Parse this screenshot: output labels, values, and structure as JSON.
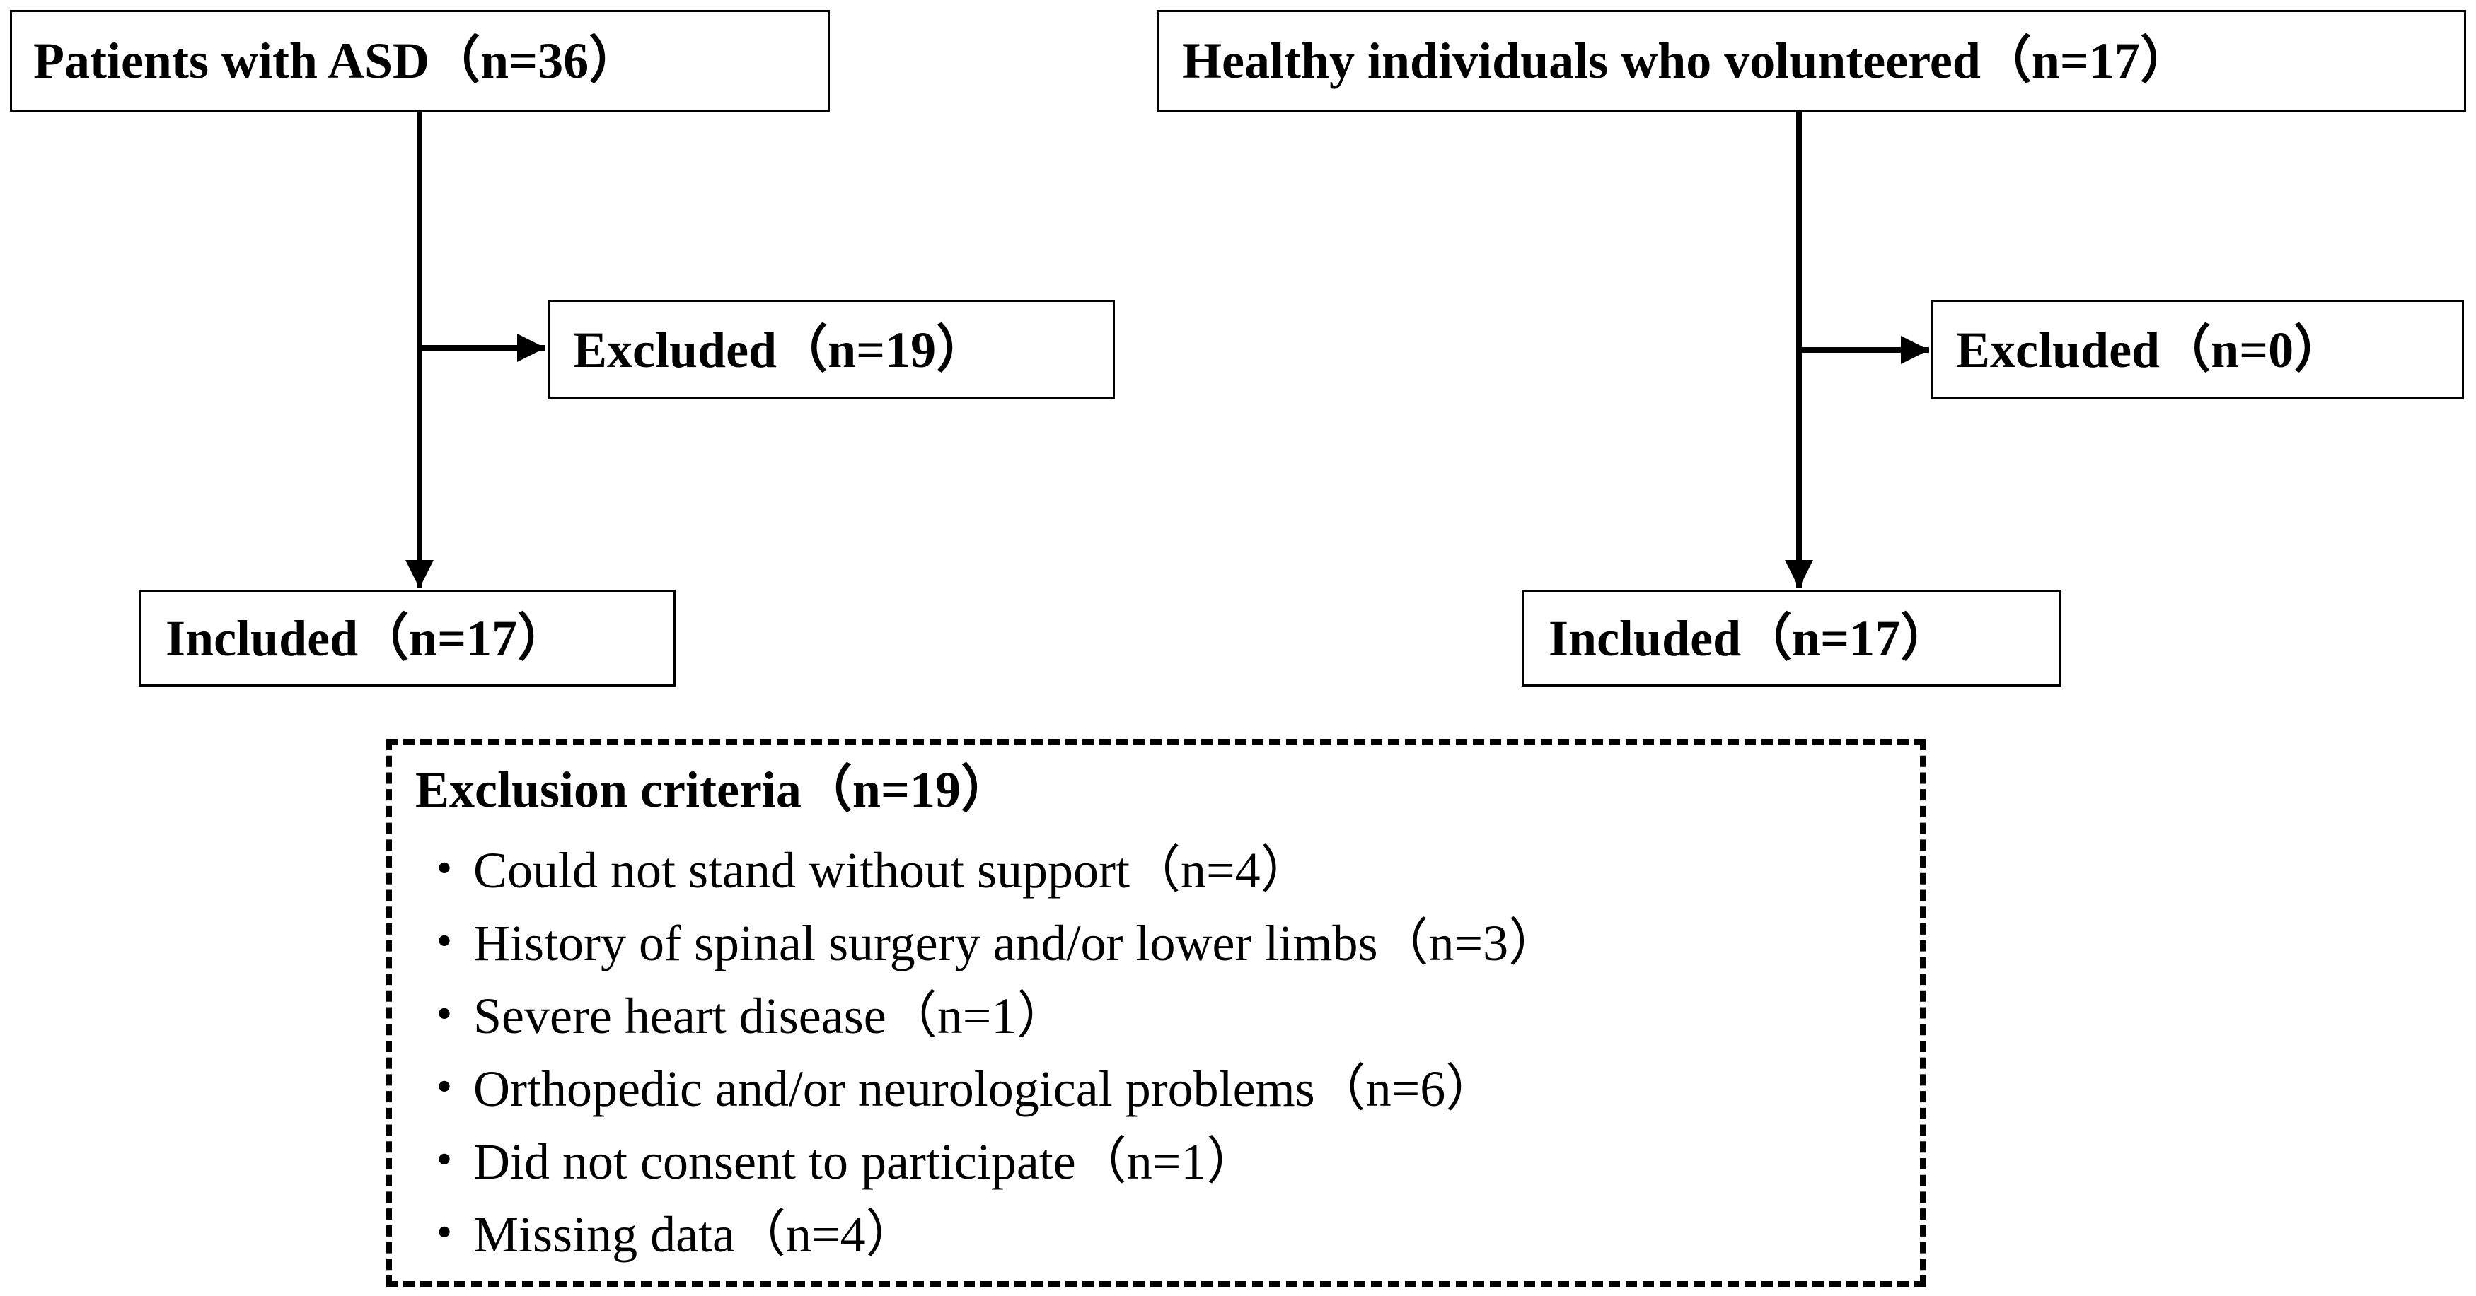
{
  "asd_group": {
    "start_label": "Patients with ASD（n=36）",
    "excluded_label": "Excluded（n=19）",
    "included_label": "Included（n=17）"
  },
  "healthy_group": {
    "start_label": "Healthy individuals who volunteered（n=17）",
    "excluded_label": "Excluded（n=0）",
    "included_label": "Included（n=17）"
  },
  "exclusion_criteria": {
    "title": "Exclusion criteria（n=19）",
    "bullet": "・",
    "items": [
      "Could not stand without support（n=4）",
      "History of spinal surgery and/or lower limbs（n=3）",
      "Severe heart disease（n=1）",
      "Orthopedic and/or neurological problems（n=6）",
      "Did not consent to participate（n=1）",
      "Missing data（n=4）"
    ]
  }
}
